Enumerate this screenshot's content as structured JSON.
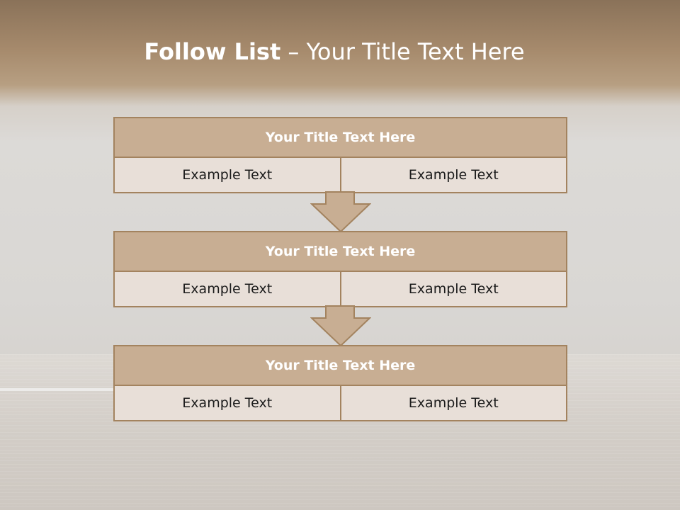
{
  "slide": {
    "title_bold": "Follow List",
    "title_rest": "– Your Title Text Here"
  },
  "steps": [
    {
      "title": "Your Title Text Here",
      "left": "Example Text",
      "right": "Example Text"
    },
    {
      "title": "Your Title Text Here",
      "left": "Example Text",
      "right": "Example Text"
    },
    {
      "title": "Your Title Text Here",
      "left": "Example Text",
      "right": "Example Text"
    }
  ],
  "colors": {
    "header_fill": "#c8ae93",
    "border": "#a3835f",
    "cell_fill": "#e8dfd8",
    "arrow_fill": "#c8ae93"
  }
}
